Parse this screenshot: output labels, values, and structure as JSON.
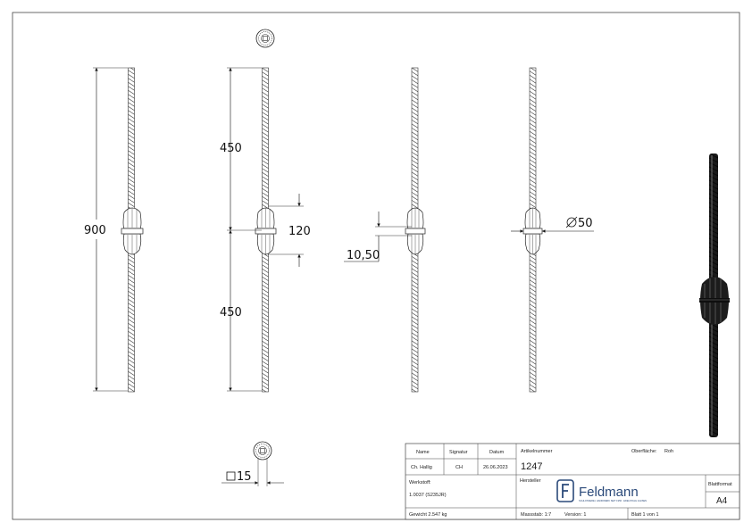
{
  "dimensions": {
    "total_length": "900",
    "upper_length": "450",
    "lower_length": "450",
    "knob_length": "120",
    "bar_width": "10,50",
    "knob_diameter": "50",
    "square_size": "15"
  },
  "title_block": {
    "headers": {
      "name": "Name",
      "signature": "Signatur",
      "date": "Datum",
      "article_label": "Artikelnummer",
      "surface_label": "Oberfläche:",
      "surface_value": "Roh"
    },
    "drawn": {
      "name": "Ch. Hallig",
      "signature": "CH",
      "date": "26.06.2023"
    },
    "article_number": "1247",
    "material_label": "Werkstoff:",
    "material_value": "1.0037 (S235JR)",
    "manufacturer_label": "Hersteller",
    "brand": {
      "name": "Feldmann",
      "tagline": "SCHLOSSEREI, HANDWERK SEIT 1956 · EDELSTAHL & EISEN",
      "color": "#2b4a7a"
    },
    "sheet_format_label": "Blattformat",
    "sheet_format_value": "A4",
    "weight": "Gewicht 2.547 kg",
    "scale": "Massstab: 1:7",
    "version": "Version: 1",
    "sheet": "Blatt 1 von 1"
  },
  "icons": {
    "diameter": "diameter-symbol-icon",
    "square": "square-symbol-icon",
    "logo": "feldmann-logo-icon"
  }
}
